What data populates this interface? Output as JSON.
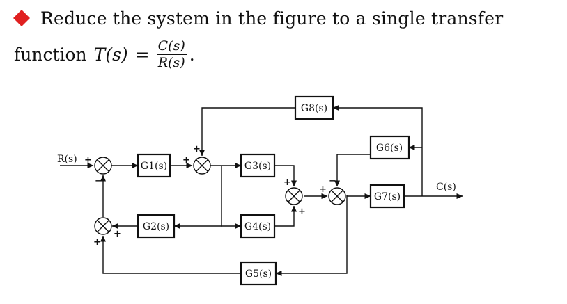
{
  "question": {
    "line1": "Reduce the system in the figure to a single transfer",
    "line2_prefix": "function",
    "function_name": "T(s)",
    "equals": "=",
    "numerator": "C(s)",
    "denominator": "R(s)",
    "end": ".",
    "icon": "red-bookmark-icon",
    "icon_color": "#e02020"
  },
  "diagram": {
    "input_label": "R(s)",
    "output_label": "C(s)",
    "blocks": [
      "G1(s)",
      "G2(s)",
      "G3(s)",
      "G4(s)",
      "G5(s)",
      "G6(s)",
      "G7(s)",
      "G8(s)"
    ],
    "signs": {
      "sj1_plus": "+",
      "sj1_minus": "−",
      "sj2_plus": "+",
      "sj2_plus_top": "+",
      "sj3_plus_right": "+",
      "sj3_plus_bottom": "+",
      "sj4_plus_top": "+",
      "sj4_plus_bottom": "+",
      "sj5_plus_left": "+",
      "sj5_minus_top": "−"
    }
  }
}
